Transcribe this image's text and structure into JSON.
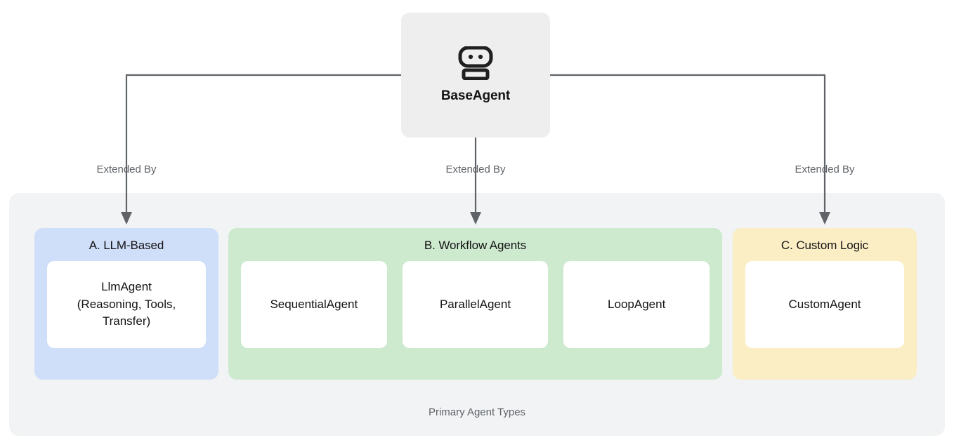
{
  "diagram": {
    "root": {
      "label": "BaseAgent",
      "icon": "robot-icon",
      "bg_color": "#eeeeee"
    },
    "edges": [
      {
        "label": "Extended By",
        "target": "A. LLM-Based"
      },
      {
        "label": "Extended By",
        "target": "B. Workflow Agents"
      },
      {
        "label": "Extended By",
        "target": "C. Custom Logic"
      }
    ],
    "panel": {
      "caption": "Primary Agent Types",
      "bg_color": "#f1f3f4"
    },
    "groups": [
      {
        "id": "llm-based",
        "title": "A. LLM-Based",
        "bg_color": "#cfdef9",
        "cards": [
          {
            "label": "LlmAgent\n(Reasoning, Tools,\nTransfer)"
          }
        ]
      },
      {
        "id": "workflow-agents",
        "title": "B. Workflow Agents",
        "bg_color": "#cdeacf",
        "cards": [
          {
            "label": "SequentialAgent"
          },
          {
            "label": "ParallelAgent"
          },
          {
            "label": "LoopAgent"
          }
        ]
      },
      {
        "id": "custom-logic",
        "title": "C. Custom Logic",
        "bg_color": "#fbedc4",
        "cards": [
          {
            "label": "CustomAgent"
          }
        ]
      }
    ],
    "connector_color": "#5f6368"
  }
}
